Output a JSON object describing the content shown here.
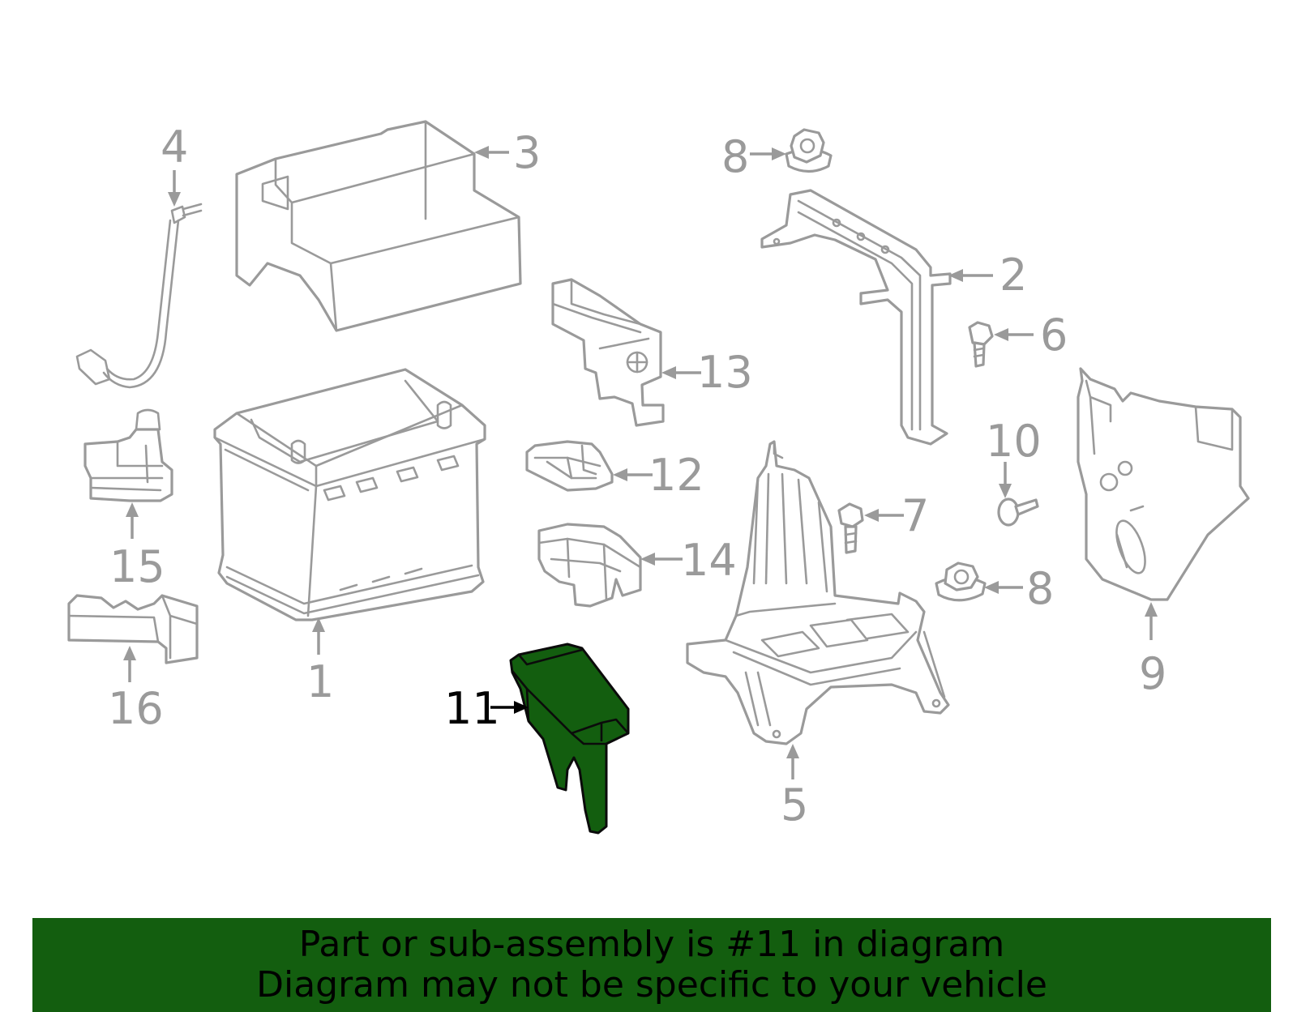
{
  "highlight_color": "#135e0f",
  "outline_color": "#9a9a9a",
  "banner": {
    "line1": "Part or sub-assembly is #11 in diagram",
    "line2": "Diagram may not be specific to your vehicle"
  },
  "callouts": {
    "c1": "1",
    "c2": "2",
    "c3": "3",
    "c4": "4",
    "c5": "5",
    "c6": "6",
    "c7": "7",
    "c8a": "8",
    "c8b": "8",
    "c9": "9",
    "c10": "10",
    "c11": "11",
    "c12": "12",
    "c13": "13",
    "c14": "14",
    "c15": "15",
    "c16": "16"
  },
  "highlighted_part": "11"
}
